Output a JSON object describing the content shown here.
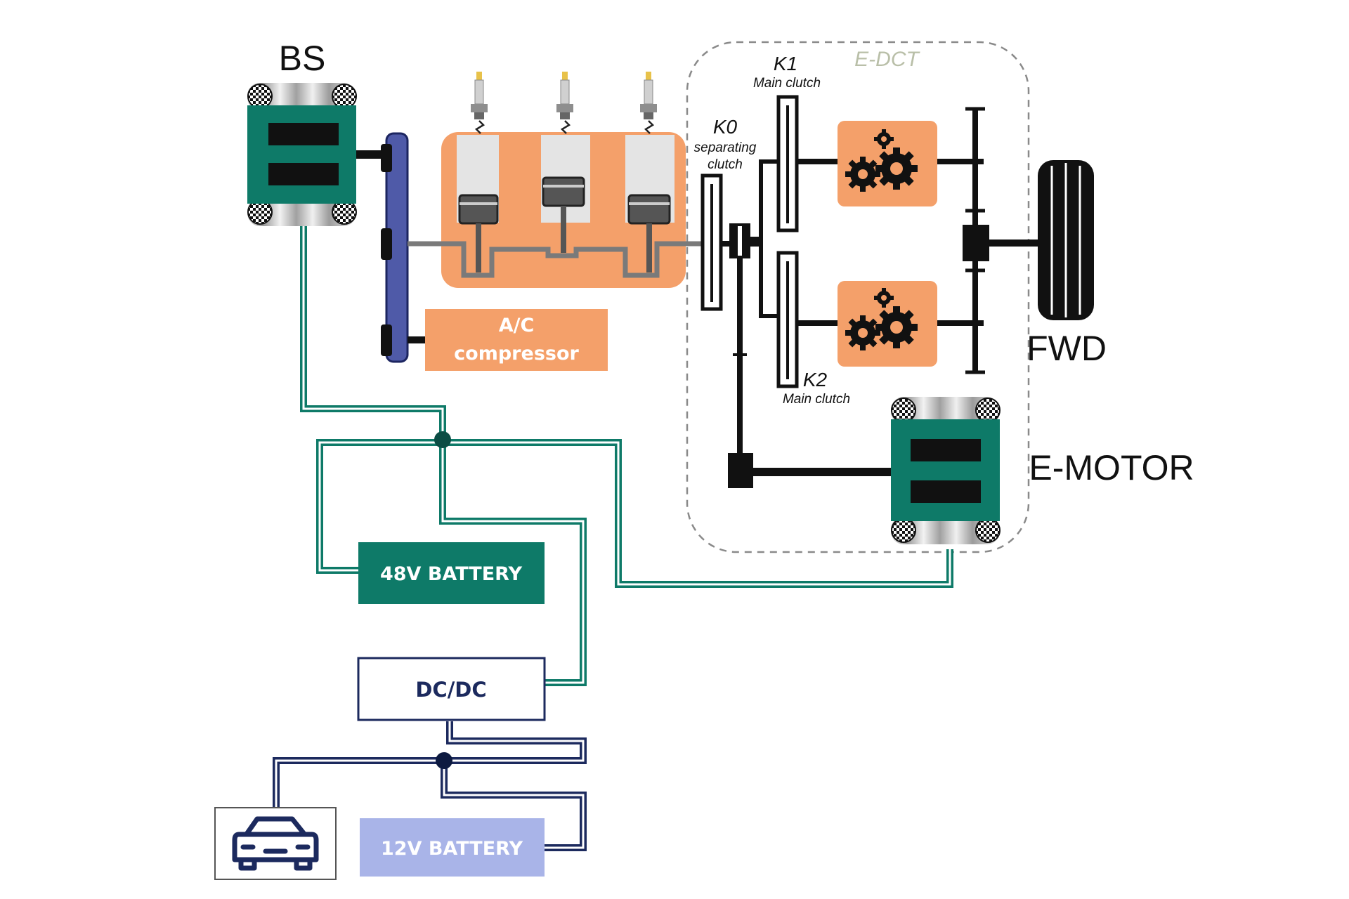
{
  "labels": {
    "bs": "BS",
    "edct": "E-DCT",
    "k1": "K1",
    "k1_sub": "Main clutch",
    "k0": "K0",
    "k0_sub1": "separating",
    "k0_sub2": "clutch",
    "k2": "K2",
    "k2_sub": "Main clutch",
    "fwd": "FWD",
    "emotor": "E-MOTOR",
    "ac_line1": "A/C",
    "ac_line2": "compressor",
    "battery48": "48V BATTERY",
    "dcdc": "DC/DC",
    "battery12": "12V BATTERY"
  },
  "icons": [
    "belt-starter-motor-icon",
    "spark-plug-icon",
    "piston-icon",
    "gears-icon",
    "tire-icon",
    "e-motor-icon",
    "car-icon"
  ],
  "colors": {
    "teal": "#0e7a68",
    "orange": "#f4a06a",
    "navy": "#1c2a5e",
    "belt": "#4f5aa8",
    "light_blue": "#a9b4e8",
    "shaft": "#111111",
    "edct_label": "#b9bfa8"
  }
}
